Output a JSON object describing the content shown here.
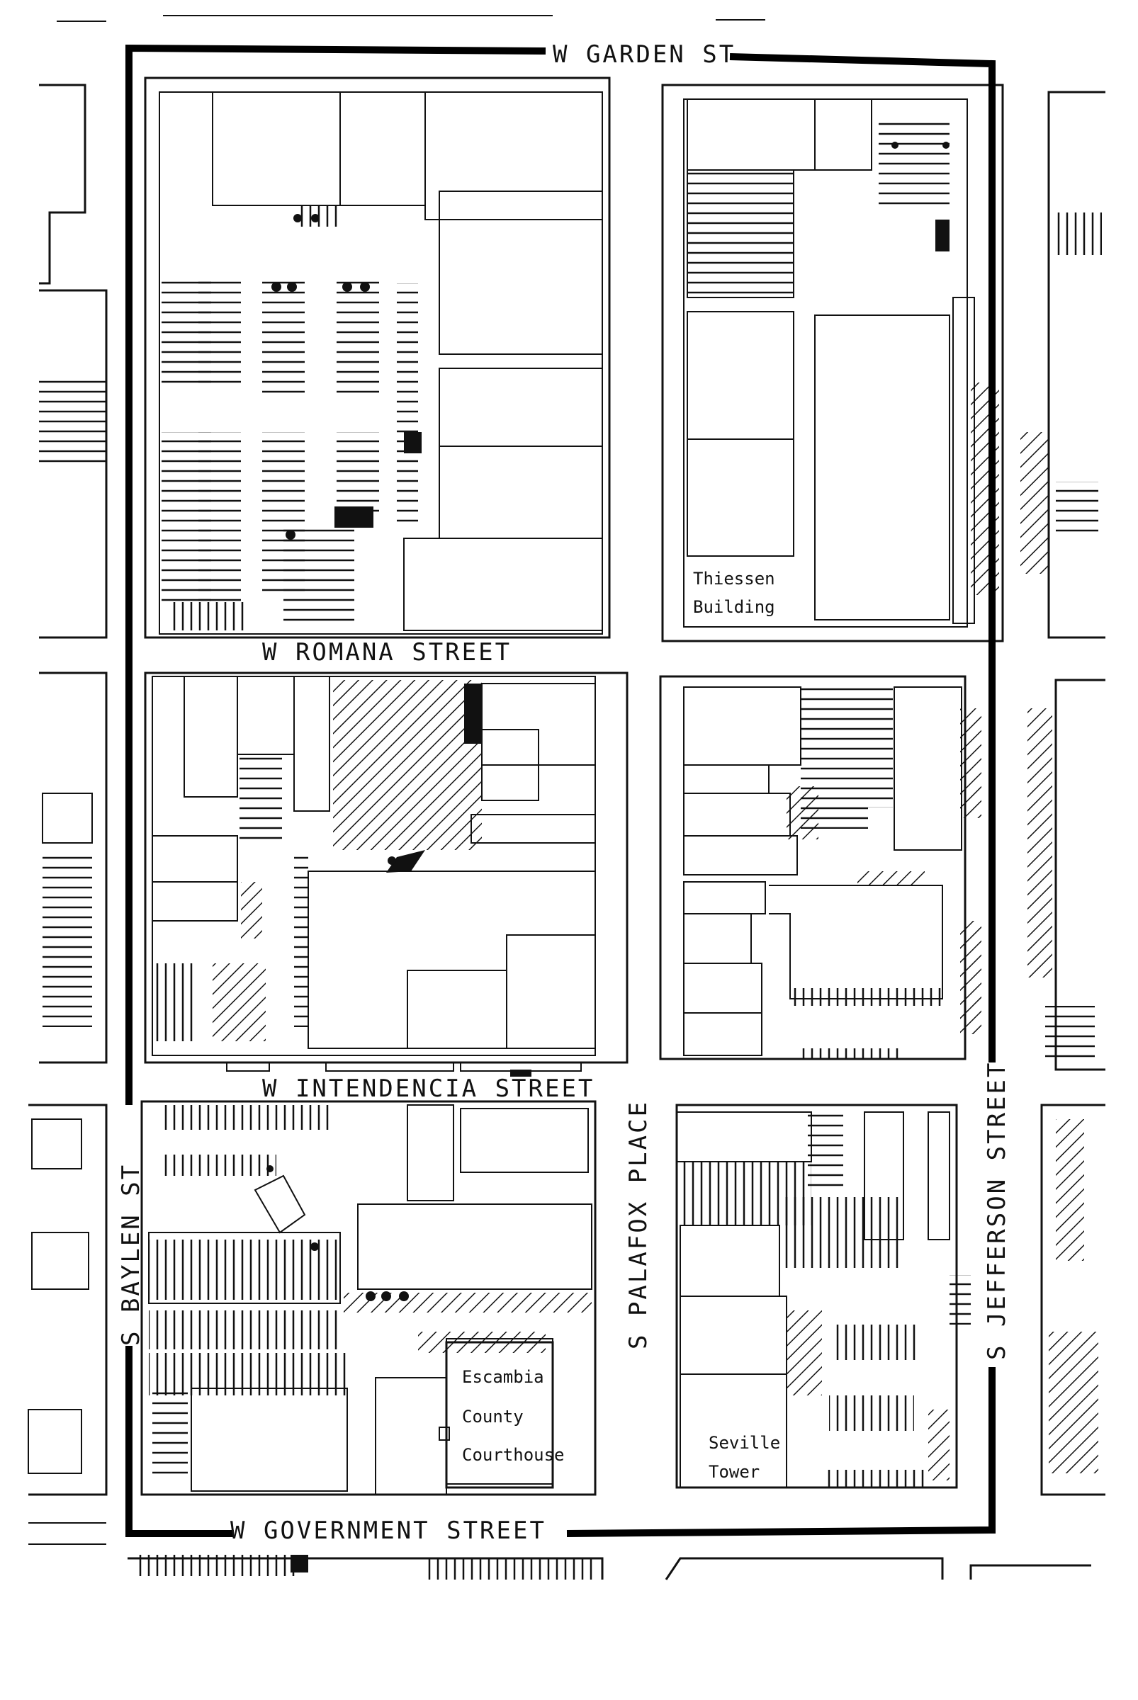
{
  "streets": {
    "garden": "W GARDEN ST",
    "romana": "W ROMANA STREET",
    "intendencia": "W INTENDENCIA STREET",
    "government": "W GOVERNMENT STREET",
    "baylen": "S BAYLEN ST",
    "palafox": "S PALAFOX PLACE",
    "jefferson": "S JEFFERSON STREET"
  },
  "buildings": {
    "thiessen_line1": "Thiessen",
    "thiessen_line2": "Building",
    "courthouse_line1": "Escambia",
    "courthouse_line2": "County",
    "courthouse_line3": "Courthouse",
    "seville_line1": "Seville",
    "seville_line2": "Tower"
  },
  "colors": {
    "ink": "#111111",
    "background": "#ffffff",
    "boundary": "#000000"
  }
}
